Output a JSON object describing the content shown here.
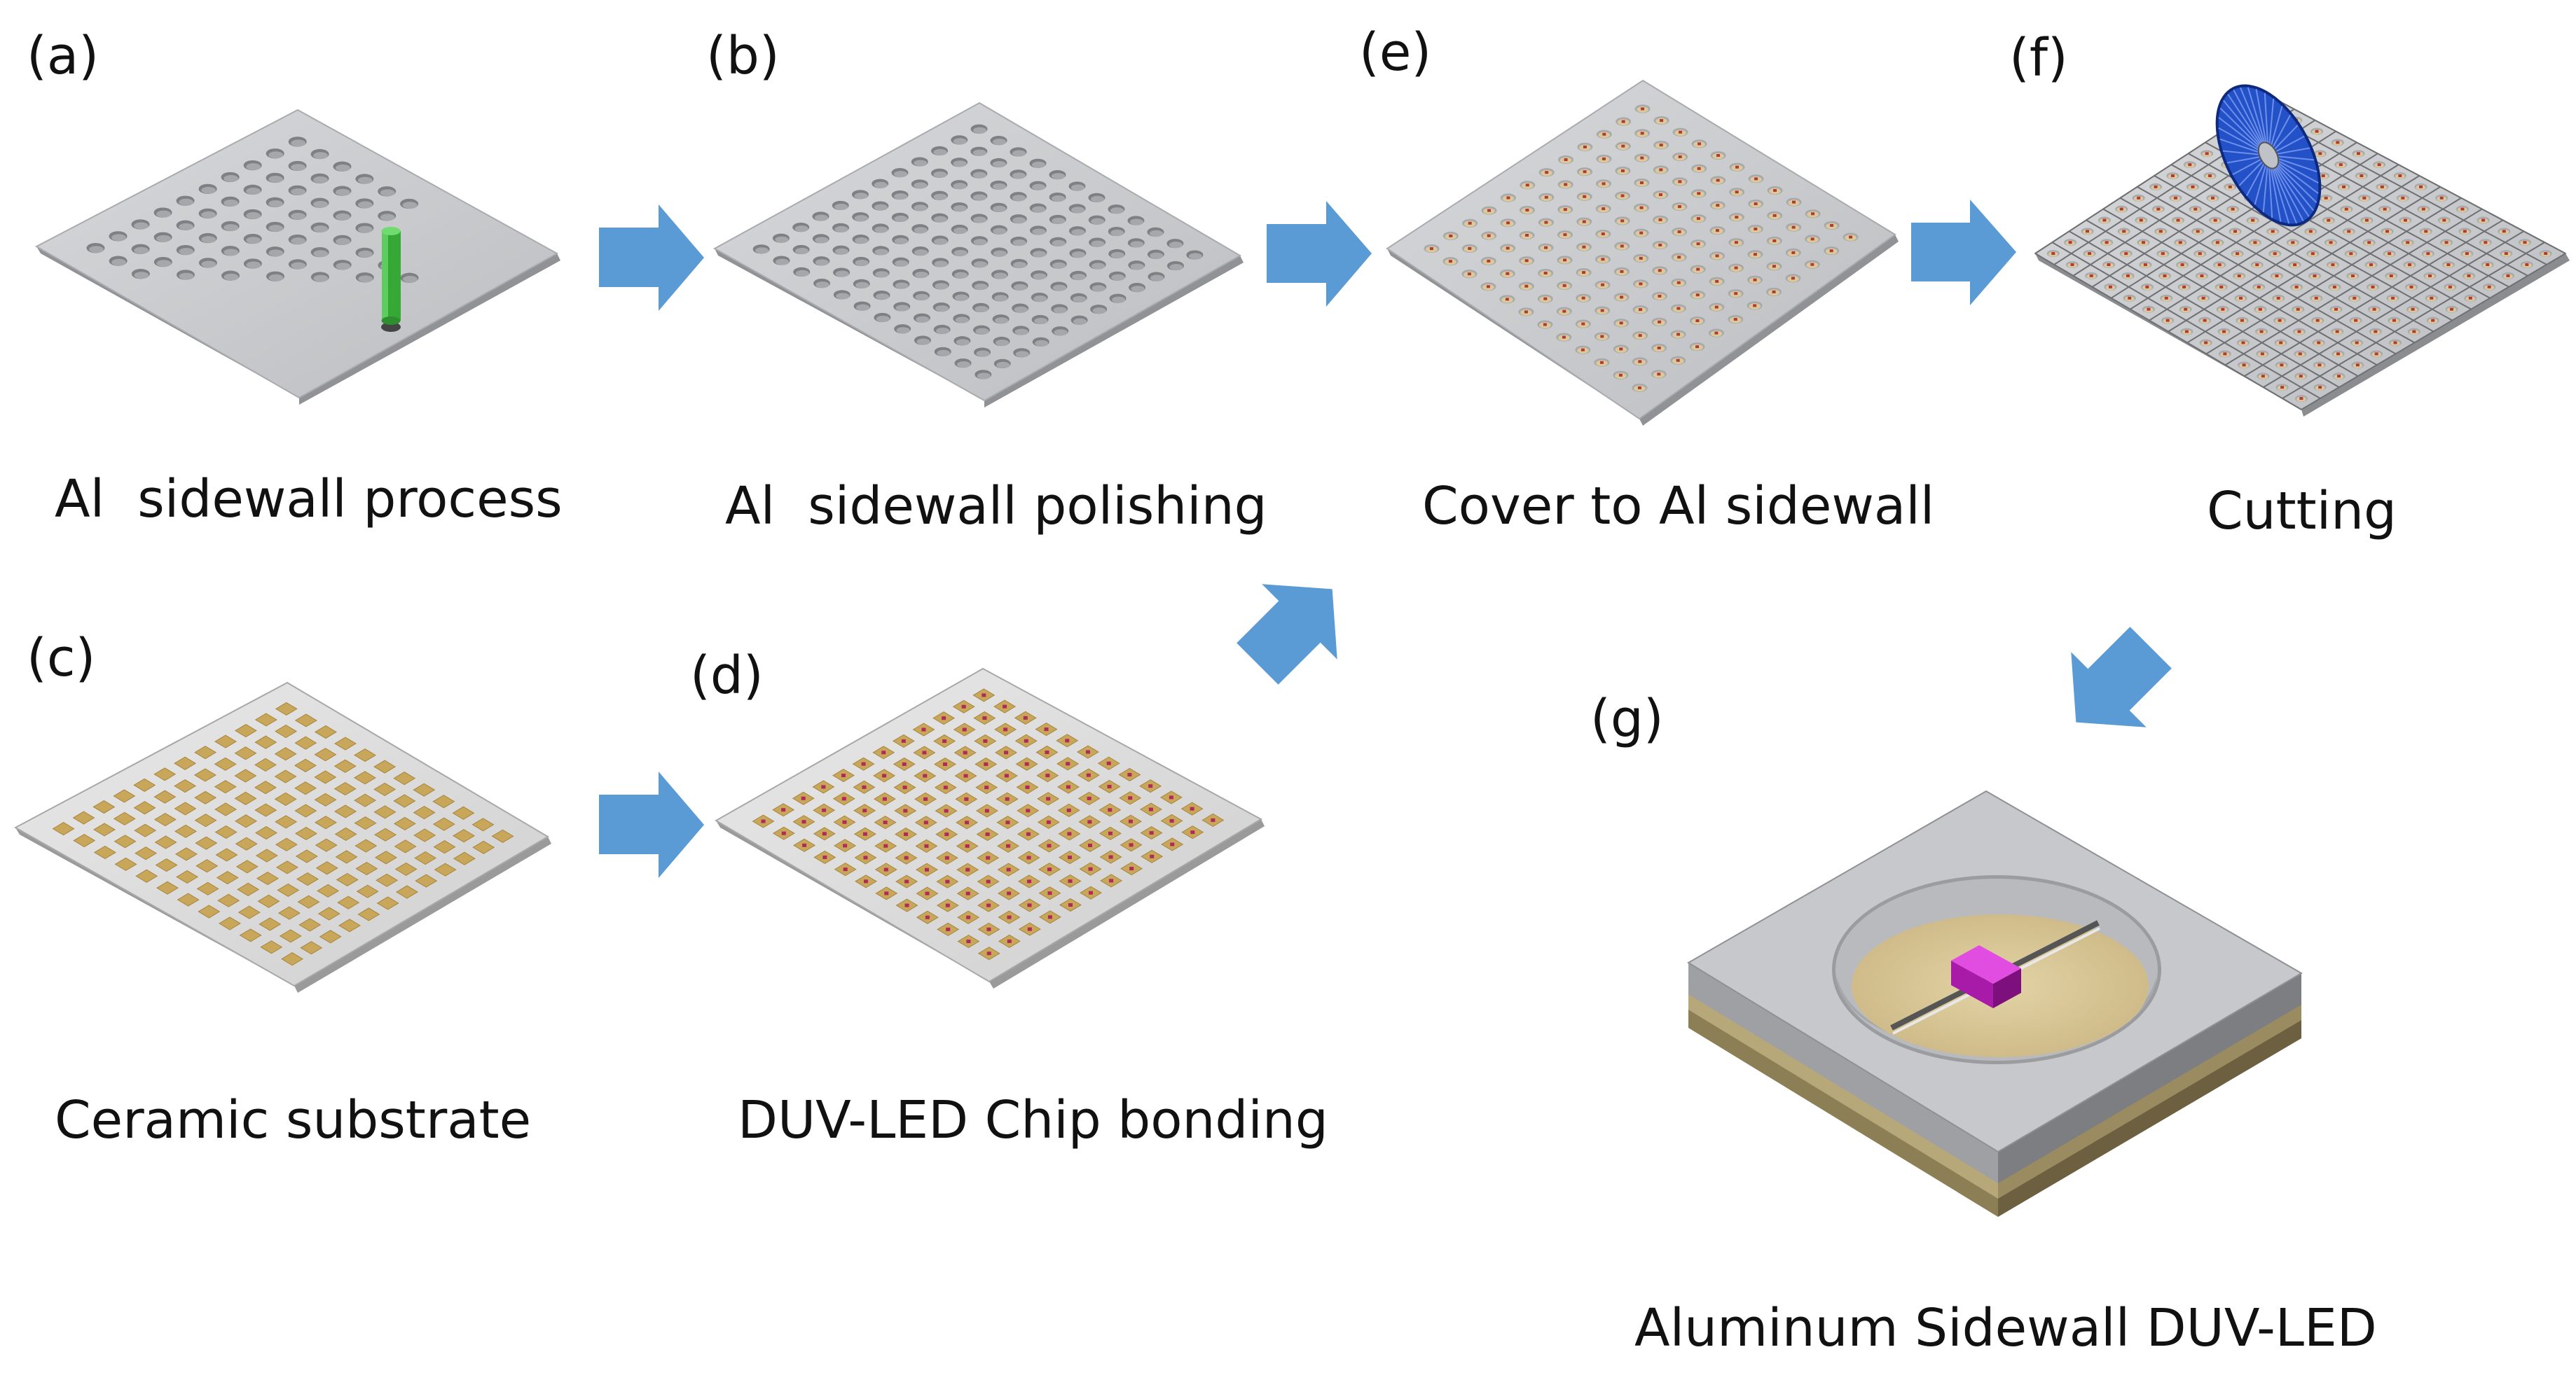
{
  "figure": {
    "panels": [
      {
        "id": "a",
        "label": "(a)",
        "caption": "Al  sidewall process"
      },
      {
        "id": "b",
        "label": "(b)",
        "caption": "Al  sidewall polishing"
      },
      {
        "id": "e",
        "label": "(e)",
        "caption": "Cover to Al sidewall"
      },
      {
        "id": "f",
        "label": "(f)",
        "caption": "Cutting"
      },
      {
        "id": "c",
        "label": "(c)",
        "caption": "Ceramic substrate"
      },
      {
        "id": "d",
        "label": "(d)",
        "caption": "DUV-LED Chip bonding"
      },
      {
        "id": "g",
        "label": "(g)",
        "caption": "Aluminum Sidewall DUV-LED"
      }
    ],
    "flow": [
      "a→b",
      "b→e",
      "e→f",
      "c→d",
      "d→e",
      "f→g"
    ],
    "colors": {
      "aluminum": "#c8cacc",
      "aluminum_edge": "#8a8c8f",
      "ceramic": "#e0cd9a",
      "pad": "#c9a85c",
      "chip": "#cc22cc",
      "arrow": "#5b9bd5",
      "drill": "#3aa83a",
      "blade": "#2251c8"
    }
  }
}
